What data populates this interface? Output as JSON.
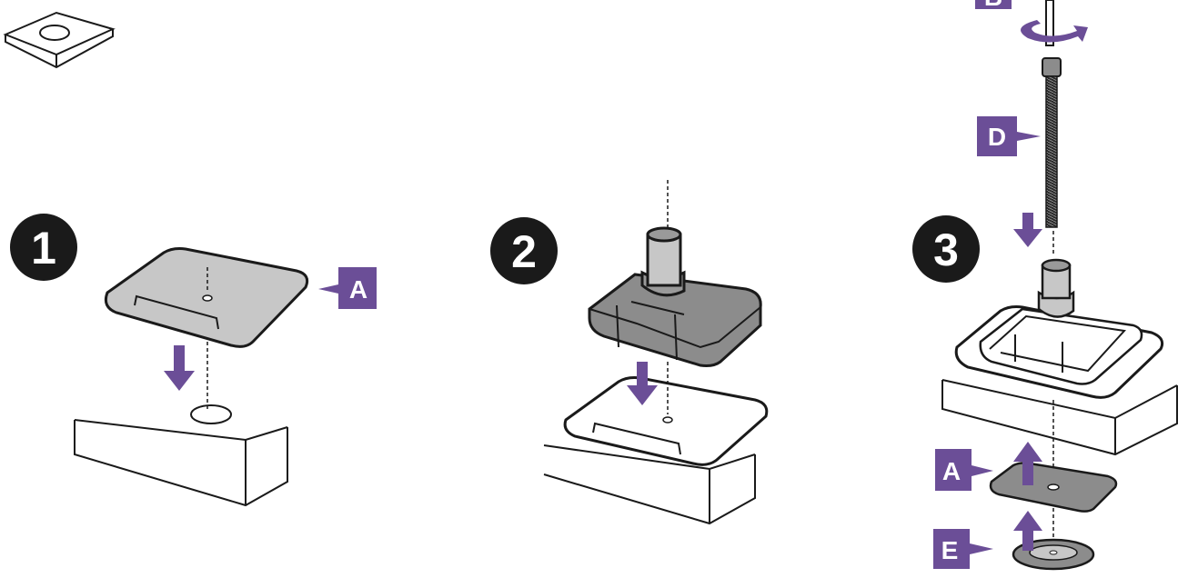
{
  "colors": {
    "accent": "#6b4e97",
    "part_dark": "#8c8c8c",
    "part_light": "#c7c7c7",
    "line": "#1a1a1a"
  },
  "steps": [
    {
      "number": "1",
      "labels": [
        "A"
      ]
    },
    {
      "number": "2",
      "labels": []
    },
    {
      "number": "3",
      "labels": [
        "B",
        "D",
        "A",
        "E"
      ]
    }
  ],
  "icons": [
    "desk-hole-icon",
    "rotate-icon",
    "arrow-down-icon",
    "arrow-up-icon"
  ]
}
